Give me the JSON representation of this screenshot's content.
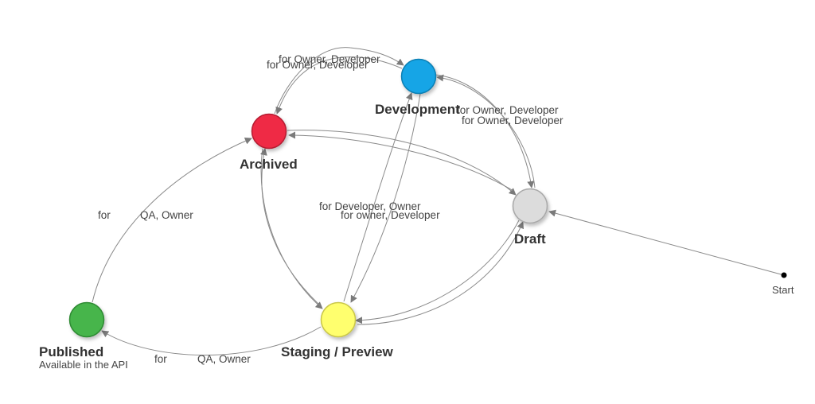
{
  "nodes": {
    "development": {
      "label": "Development",
      "color": "#12a5e6",
      "stroke": "#0c7fb3"
    },
    "archived": {
      "label": "Archived",
      "color": "#ef2b45",
      "stroke": "#b51d30"
    },
    "draft": {
      "label": "Draft",
      "color": "#dcdcdc",
      "stroke": "#a8a8a8"
    },
    "staging": {
      "label": "Staging / Preview",
      "color": "#ffff6e",
      "stroke": "#c9c64a"
    },
    "published": {
      "label": "Published",
      "sublabel": "Available in the API",
      "color": "#46b54b",
      "stroke": "#2e8a33"
    },
    "start": {
      "label": "Start"
    }
  },
  "edges": {
    "archived_dev_a": "for Owner, Developer",
    "archived_dev_b": "for Owner, Developer",
    "dev_draft_a": "for Owner, Developer",
    "dev_draft_b": "for Owner, Developer",
    "staging_dev": "for Developer, Owner",
    "dev_staging": "for owner, Developer",
    "published_archived_pre": "for",
    "published_archived_post": "QA, Owner",
    "staging_published_pre": "for",
    "staging_published_post": "QA, Owner"
  },
  "colors": {
    "edge": "#8a8a8a",
    "arrowhead": "#7a7a7a"
  }
}
